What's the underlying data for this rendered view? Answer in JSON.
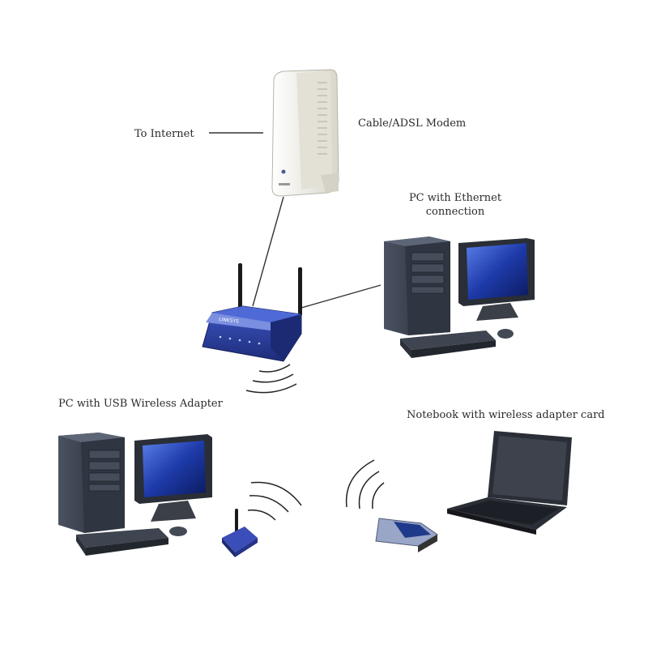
{
  "labels": {
    "to_internet": "To Internet",
    "modem": "Cable/ADSL Modem",
    "pc_ethernet_line1": "PC with Ethernet",
    "pc_ethernet_line2": "connection",
    "pc_usb": "PC with USB Wireless Adapter",
    "notebook": "Notebook with wireless adapter card"
  },
  "colors": {
    "router_blue": "#2b3f9e",
    "pc_body": "#2e3440",
    "screen_blue": "#1a3fae",
    "modem_body": "#ecebe2",
    "line": "#333333"
  },
  "icons": [
    "modem-icon",
    "router-icon",
    "desktop-pc-icon",
    "monitor-icon",
    "keyboard-icon",
    "mouse-icon",
    "usb-wireless-adapter-icon",
    "laptop-icon",
    "pc-card-icon",
    "wireless-signal-icon"
  ]
}
